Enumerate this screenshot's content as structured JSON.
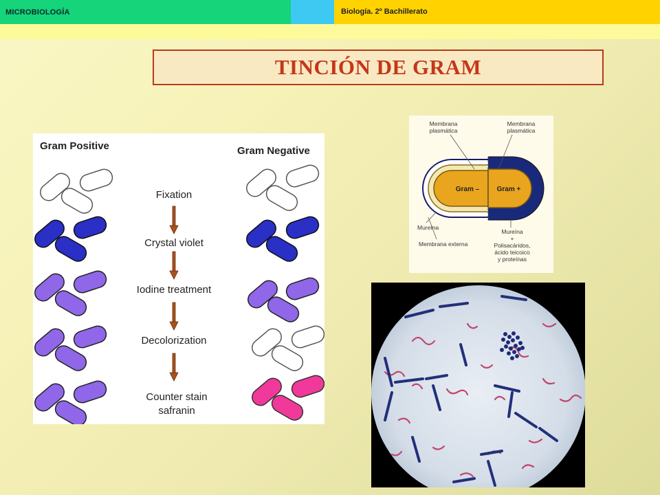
{
  "header": {
    "left_label": "MICROBIOLOGÍA",
    "right_label": "Biología. 2º Bachillerato",
    "colors": {
      "green": "#15d47a",
      "cyan": "#3ec9f3",
      "yellow": "#ffd200",
      "strip": "#fdfa9a"
    }
  },
  "title": "TINCIÓN DE GRAM",
  "gram_diagram": {
    "positive_label": "Gram Positive",
    "negative_label": "Gram Negative",
    "steps": [
      "Fixation",
      "Crystal violet",
      "Iodine treatment",
      "Decolorization",
      "Counter stain",
      "safranin"
    ]
  },
  "cell_wall_diagram": {
    "left_top_label_1": "Membrana",
    "left_top_label_2": "plasmática",
    "right_top_label_1": "Membrana",
    "right_top_label_2": "plasmática",
    "gram_neg_label": "Gram –",
    "gram_pos_label": "Gram +",
    "left_bottom_1": "Mureína",
    "left_bottom_2": "Membrana externa",
    "right_bottom_1": "Mureína",
    "right_bottom_2": "+",
    "right_bottom_3": "Polisacáridos,",
    "right_bottom_4": "ácido teicoico",
    "right_bottom_5": "y proteínas"
  }
}
